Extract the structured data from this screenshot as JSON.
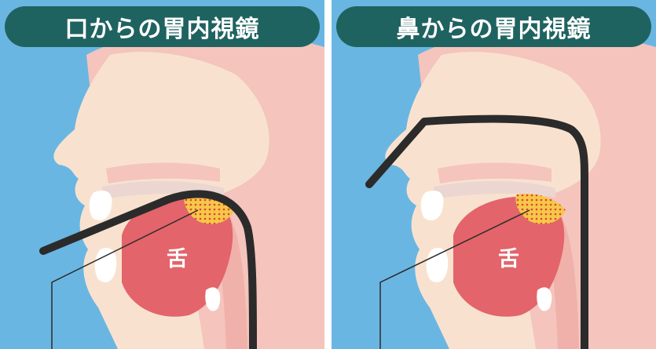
{
  "left_panel": {
    "title": "口からの胃内視鏡",
    "tongue_label": "舌",
    "route": "mouth"
  },
  "right_panel": {
    "title": "鼻からの胃内視鏡",
    "tongue_label": "舌",
    "route": "nose"
  },
  "colors": {
    "title_bg": "#1f6360",
    "background_blue": "#6ab6e2",
    "face_skin": "#f8e2cf",
    "inner_pink": "#f4c4bd",
    "tongue": "#e3646a",
    "teeth": "#ffffff",
    "gag_reflex_zone": "#f6c74a",
    "scope": "#2b2b2b"
  }
}
